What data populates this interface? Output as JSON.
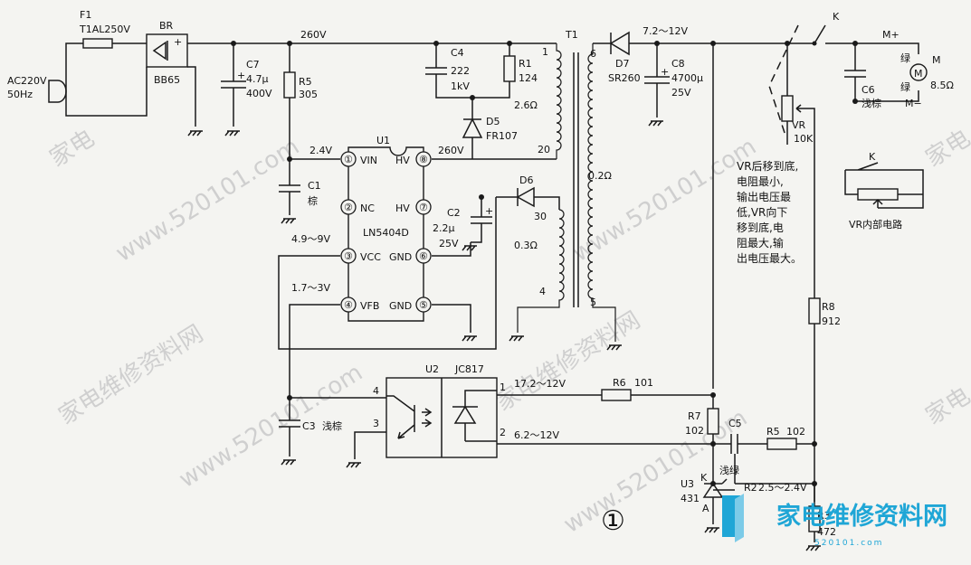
{
  "watermarks": {
    "site_cn": "家电维修资料网",
    "site_url": "www.520101.com",
    "site_cn_short": "家电"
  },
  "input": {
    "voltage": "AC220V",
    "frequency": "50Hz"
  },
  "fuse": {
    "ref": "F1",
    "value": "T1AL250V"
  },
  "bridge": {
    "ref": "BR",
    "part": "BB65"
  },
  "c7": {
    "ref": "C7",
    "value": "4.7μ",
    "rating": "400V"
  },
  "rail_260v": "260V",
  "r5": {
    "ref": "R5",
    "value": "305"
  },
  "c4": {
    "ref": "C4",
    "value": "222",
    "rating": "1kV"
  },
  "r1": {
    "ref": "R1",
    "value": "124"
  },
  "d5": {
    "ref": "D5",
    "part": "FR107"
  },
  "c1": {
    "ref": "C1",
    "color": "棕"
  },
  "u1": {
    "ref": "U1",
    "part": "LN5404D",
    "vin_voltage": "2.4V",
    "hv_voltage": "260V",
    "vcc_voltage": "4.9～9V",
    "vfb_voltage": "1.7～3V",
    "pins": [
      {
        "num": "①",
        "name": "VIN"
      },
      {
        "num": "②",
        "name": "NC"
      },
      {
        "num": "③",
        "name": "VCC"
      },
      {
        "num": "④",
        "name": "VFB"
      },
      {
        "num": "⑧",
        "name": "HV"
      },
      {
        "num": "⑦",
        "name": "HV"
      },
      {
        "num": "⑥",
        "name": "GND"
      },
      {
        "num": "⑤",
        "name": "GND"
      }
    ]
  },
  "c2": {
    "ref": "C2",
    "value": "2.2μ",
    "rating": "25V"
  },
  "d6": {
    "ref": "D6"
  },
  "t1": {
    "ref": "T1",
    "pins": {
      "p1": "1",
      "p20": "20",
      "p30": "30",
      "p4": "4",
      "p6": "6",
      "p5": "5"
    },
    "primary_res": "2.6Ω",
    "aux_res": "0.3Ω",
    "secondary_res": "0.2Ω"
  },
  "d7": {
    "ref": "D7",
    "part": "SR260"
  },
  "out_voltage": "7.2～12V",
  "c8": {
    "ref": "C8",
    "value": "4700μ",
    "rating": "25V"
  },
  "switch_k": "K",
  "vr": {
    "ref": "VR",
    "value": "10K"
  },
  "motor": {
    "ref": "M",
    "value": "8.5Ω",
    "plus": "M+",
    "minus": "M−",
    "wire_color": "绿"
  },
  "c6": {
    "ref": "C6",
    "color": "浅棕"
  },
  "vr_internal": {
    "k_label": "K",
    "caption": "VR内部电路"
  },
  "note_lines": [
    "VR后移到底,",
    "电阻最小,",
    "输出电压最",
    "低,VR向下",
    "移到底,电",
    "阻最大,输",
    "出电压最大。"
  ],
  "r8": {
    "ref": "R8",
    "value": "912"
  },
  "u2": {
    "ref": "U2",
    "part": "JC817",
    "pins": {
      "p1": "1",
      "p2": "2",
      "p3": "3",
      "p4": "4"
    }
  },
  "r6": {
    "ref": "R6",
    "value": "101"
  },
  "u2_pin1_v": "17.2～12V",
  "u2_pin2_v": "6.2～12V",
  "c3": {
    "ref": "C3",
    "color": "浅棕"
  },
  "r7": {
    "ref": "R7",
    "value": "102"
  },
  "c5": {
    "ref": "C5",
    "color": "浅绿"
  },
  "r5b": {
    "ref": "R5",
    "value": "102"
  },
  "u3": {
    "ref": "U3",
    "part": "431",
    "k": "K",
    "a": "A"
  },
  "r2": {
    "ref": "R2",
    "voltage": "2.5～2.4V"
  },
  "r3": {
    "ref": "R3",
    "value": "472"
  },
  "figure_number": "①",
  "logo": {
    "title": "家电维修资料网",
    "subtitle": "520101.com"
  }
}
